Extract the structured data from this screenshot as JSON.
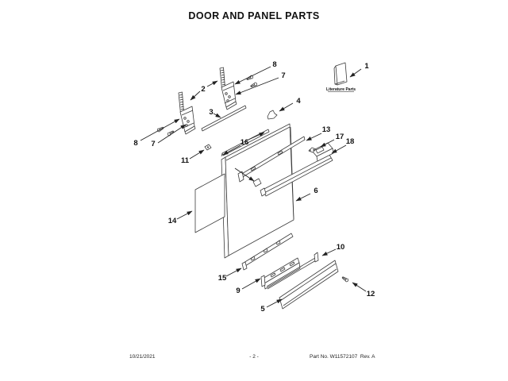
{
  "page": {
    "title": "DOOR AND PANEL PARTS",
    "footer": {
      "date": "10/21/2021",
      "page_number": "- 2 -",
      "part_number": "Part No. W11572107  Rev. A"
    },
    "ink_color": "#3c3c3c",
    "background_color": "#ffffff"
  },
  "diagram": {
    "literature_parts_label": "Literature Parts",
    "callouts": {
      "c1": "1",
      "c2": "2",
      "c3": "3",
      "c4": "4",
      "c5": "5",
      "c6": "6",
      "c7": "7",
      "c8": "8",
      "c9": "9",
      "c10": "10",
      "c11": "11",
      "c12": "12",
      "c13": "13",
      "c14": "14",
      "c15": "15",
      "c16": "16",
      "c17": "17",
      "c18": "18"
    }
  }
}
